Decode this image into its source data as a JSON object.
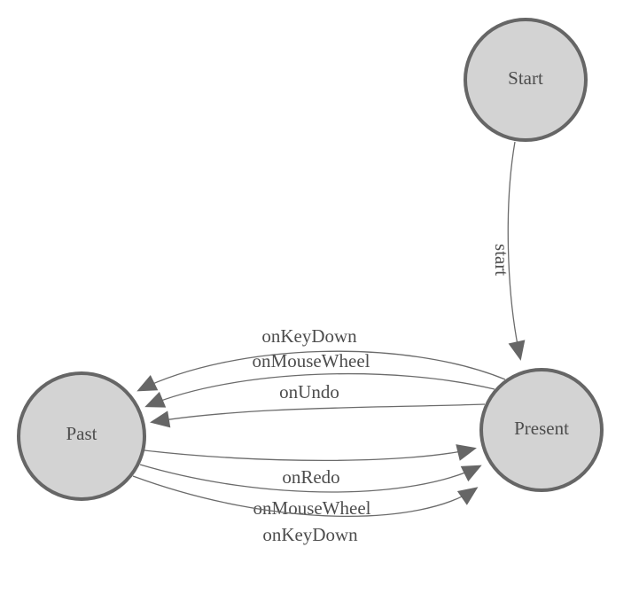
{
  "diagram": {
    "type": "state-machine-graph",
    "background": "#ffffff",
    "colors": {
      "node_fill": "#d3d3d3",
      "node_border": "#666666",
      "edge_stroke": "#6b6b6b",
      "arrow_fill": "#666666",
      "label_text": "#4d4d4d"
    },
    "nodes": [
      {
        "id": "start",
        "label": "Start"
      },
      {
        "id": "past",
        "label": "Past"
      },
      {
        "id": "present",
        "label": "Present"
      }
    ],
    "edges": [
      {
        "from": "Start",
        "to": "Present",
        "label": "start"
      },
      {
        "from": "Present",
        "to": "Past",
        "label": "onKeyDown"
      },
      {
        "from": "Present",
        "to": "Past",
        "label": "onMouseWheel"
      },
      {
        "from": "Present",
        "to": "Past",
        "label": "onUndo"
      },
      {
        "from": "Past",
        "to": "Present",
        "label": "onRedo"
      },
      {
        "from": "Past",
        "to": "Present",
        "label": "onMouseWheel"
      },
      {
        "from": "Past",
        "to": "Present",
        "label": "onKeyDown"
      }
    ]
  }
}
